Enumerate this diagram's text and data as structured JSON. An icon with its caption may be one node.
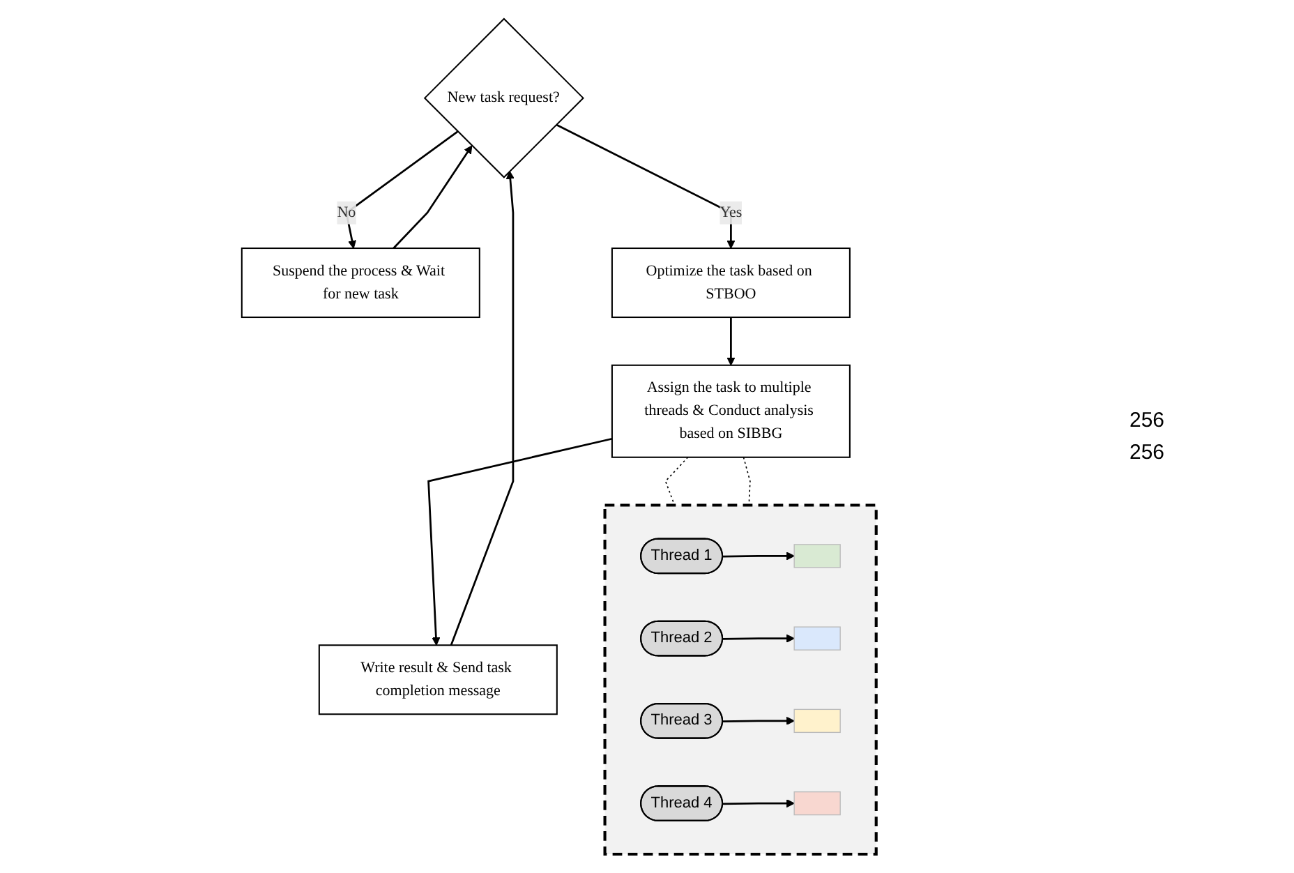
{
  "diagram": {
    "nodes": [
      {
        "text": [
          "New task request?"
        ]
      },
      {
        "text": [
          "Suspend the process & Wait for new task"
        ]
      },
      {
        "text": [
          "Optimize the task based on STBOO"
        ]
      },
      {
        "text": [
          "Assign the task to multiple threads & Conduct analysis based on SIBBG"
        ]
      },
      {
        "text": [
          "Write result & Send task completion message"
        ]
      },
      {
        "text": [],
        "shape": "box"
      },
      {
        "text": [
          "Thread 1"
        ],
        "in": 5
      },
      {
        "text": [
          "Thread 2"
        ],
        "in": 5
      },
      {
        "text": [
          "Thread 3"
        ],
        "in": 5
      },
      {
        "text": [
          "Thread 4"
        ],
        "in": 5
      },
      {
        "text": [],
        "shape": "bar",
        "in": 5
      },
      {
        "text": [],
        "shape": "bar",
        "in": 5
      },
      {
        "text": [],
        "shape": "bar",
        "in": 5
      },
      {
        "text": [],
        "shape": "bar",
        "in": 5
      }
    ],
    "edges": [
      {
        "from": 0,
        "to": 1,
        "arrow": "to",
        "label": "No"
      },
      {
        "from": 1,
        "to": 0,
        "arrow": "to"
      },
      {
        "from": 0,
        "to": 2,
        "arrow": "to",
        "label": "Yes"
      },
      {
        "from": 2,
        "to": 3,
        "arrow": "to"
      },
      {
        "from": 3,
        "to": 4,
        "arrow": "to"
      },
      {
        "from": 4,
        "to": 0,
        "arrow": "to"
      },
      {
        "from": 3,
        "to": 5,
        "arrow": "none",
        "style": "dashed"
      },
      {
        "from": 3,
        "to": 5,
        "arrow": "none",
        "style": "dashed"
      },
      {
        "from": 6,
        "to": 10,
        "arrow": "to"
      },
      {
        "from": 7,
        "to": 11,
        "arrow": "to"
      },
      {
        "from": 8,
        "to": 12,
        "arrow": "to"
      },
      {
        "from": 9,
        "to": 13,
        "arrow": "to"
      }
    ],
    "labels": [
      "256",
      "256"
    ]
  }
}
